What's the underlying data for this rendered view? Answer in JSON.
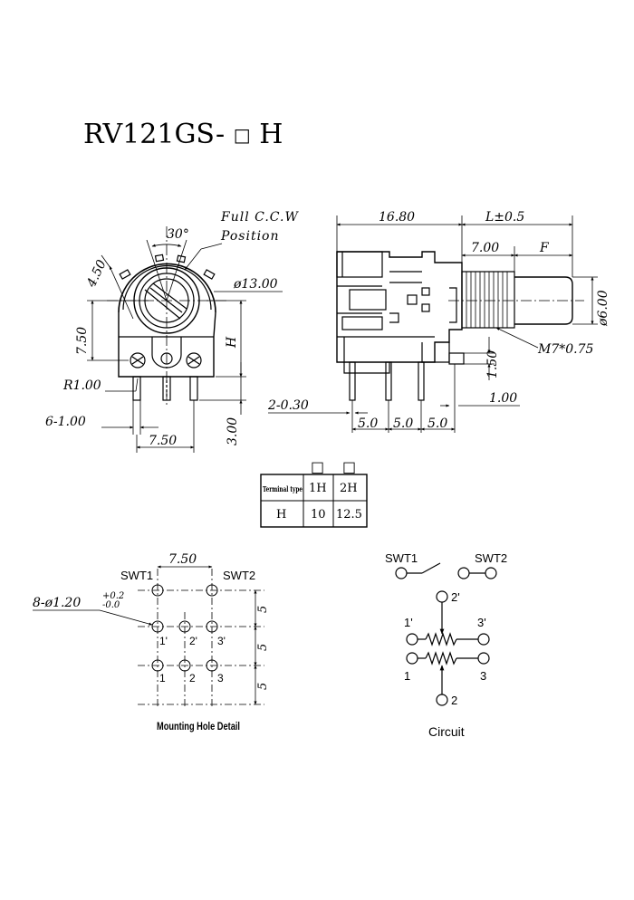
{
  "title": {
    "prefix": "RV121GS-",
    "box": "□",
    "suffix": " H"
  },
  "front_view": {
    "angle": "30°",
    "note_line1": "Full C.C.W",
    "note_line2": "Position",
    "dia": "ø13.00",
    "d450": "4.50",
    "d750": "7.50",
    "dH": "H",
    "r100": "R1.00",
    "d6": "6-1.00",
    "d750b": "7.50",
    "d300": "3.00"
  },
  "side_view": {
    "d1680": "16.80",
    "dL": "L±0.5",
    "d700": "7.00",
    "dF": "F",
    "d600": "ø6.00",
    "thread": "M7*0.75",
    "d150": "1.50",
    "d100": "1.00",
    "d2030": "2-0.30",
    "p1": "5.0",
    "p2": "5.0",
    "p3": "5.0"
  },
  "table": {
    "header_boxes": [
      "□",
      "□"
    ],
    "col0_header": "Terminal type",
    "col_headers": [
      "1H",
      "2H"
    ],
    "row_label": "H",
    "row_values": [
      "10",
      "12.5"
    ]
  },
  "mounting": {
    "d750": "7.50",
    "swt1": "SWT1",
    "swt2": "SWT2",
    "holes_main": "8-ø1.20",
    "tol_plus": "+0.2",
    "tol_minus": "-0.0",
    "labels_top": [
      "1'",
      "2'",
      "3'"
    ],
    "labels_bottom": [
      "1",
      "2",
      "3"
    ],
    "v5": [
      "5",
      "5",
      "5"
    ],
    "caption": "Mounting Hole Detail"
  },
  "circuit": {
    "swt1": "SWT1",
    "swt2": "SWT2",
    "l2p": "2'",
    "l1p": "1'",
    "l3p": "3'",
    "l1": "1",
    "l3": "3",
    "l2": "2",
    "caption": "Circuit"
  }
}
